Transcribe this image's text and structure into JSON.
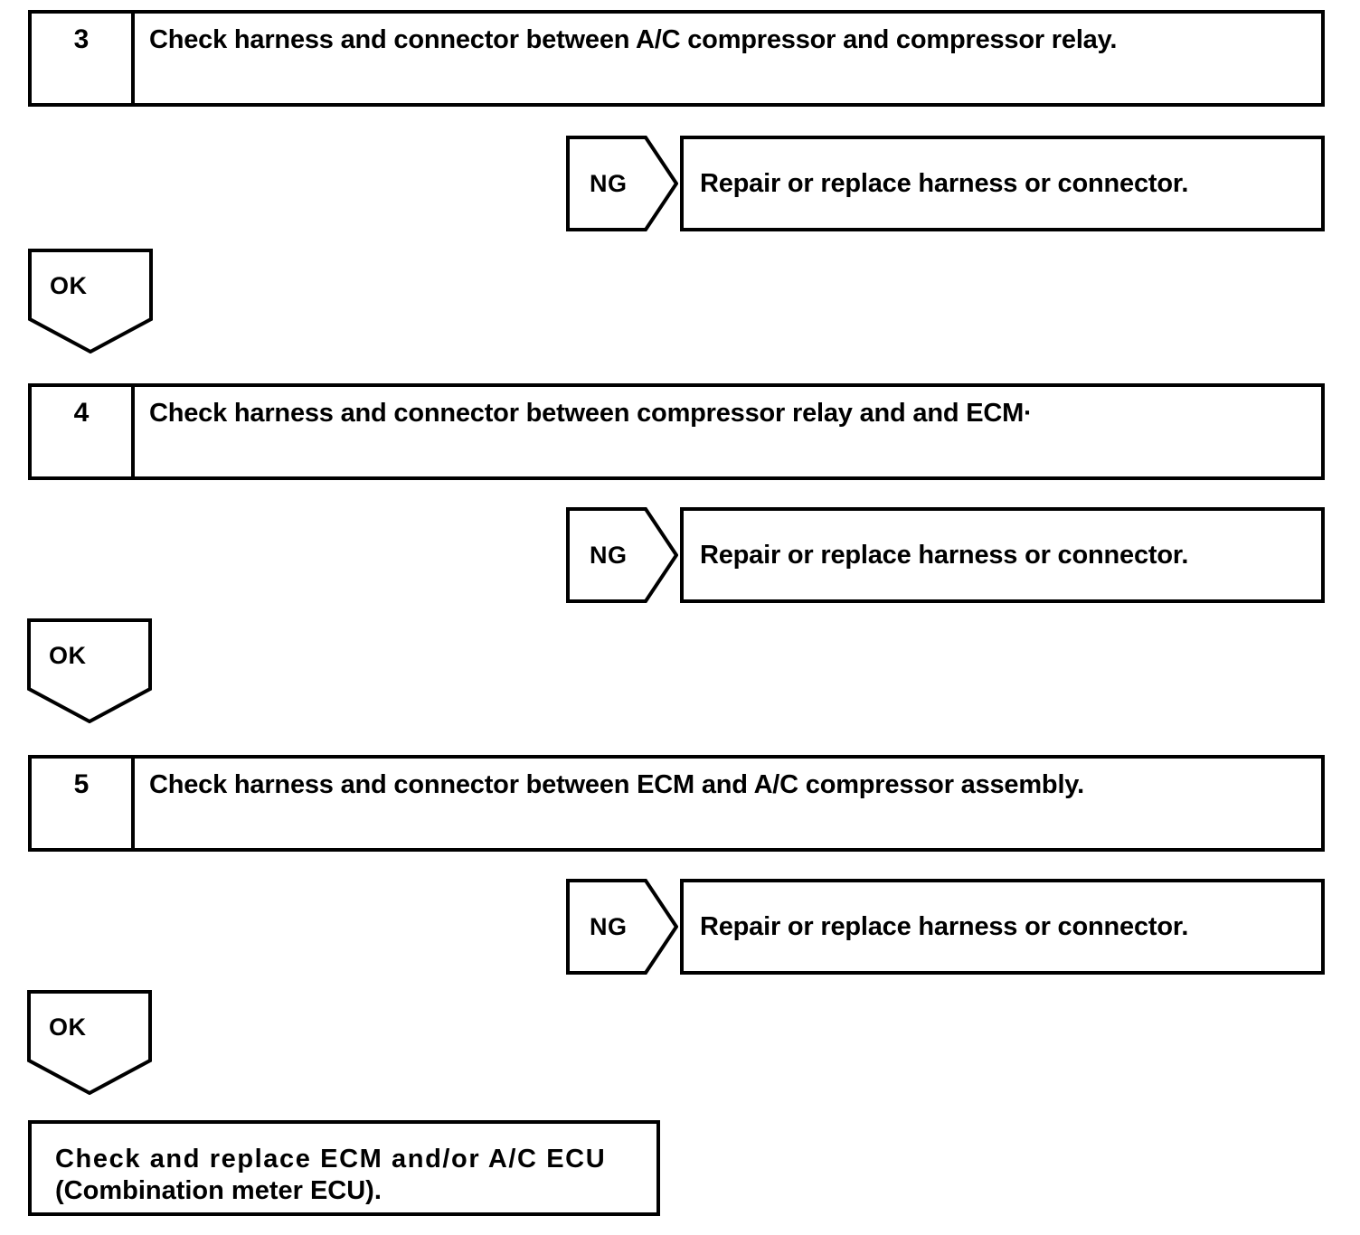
{
  "document": {
    "title": "Diagnostic Troubleshooting Flow Chart",
    "ink_color": "#000000",
    "paper_color": "#ffffff"
  },
  "labels": {
    "ng": "NG",
    "ok": "OK"
  },
  "steps": [
    {
      "number": "3",
      "text": "Check harness and connector between A/C compressor and compressor relay."
    },
    {
      "number": "4",
      "text": "Check harness and connector between compressor relay and and ECM·"
    },
    {
      "number": "5",
      "text": "Check harness and connector between ECM and A/C compressor assembly."
    }
  ],
  "ng_branches": [
    {
      "label": "NG",
      "action": "Repair or replace harness or connector."
    },
    {
      "label": "NG",
      "action": "Repair or replace harness or connector."
    },
    {
      "label": "NG",
      "action": "Repair or replace harness or connector."
    }
  ],
  "ok_branches": [
    {
      "label": "OK"
    },
    {
      "label": "OK"
    },
    {
      "label": "OK"
    }
  ],
  "final_result": {
    "line1": "Check and replace ECM and/or A/C ECU",
    "line2": "(Combination meter ECU)."
  }
}
